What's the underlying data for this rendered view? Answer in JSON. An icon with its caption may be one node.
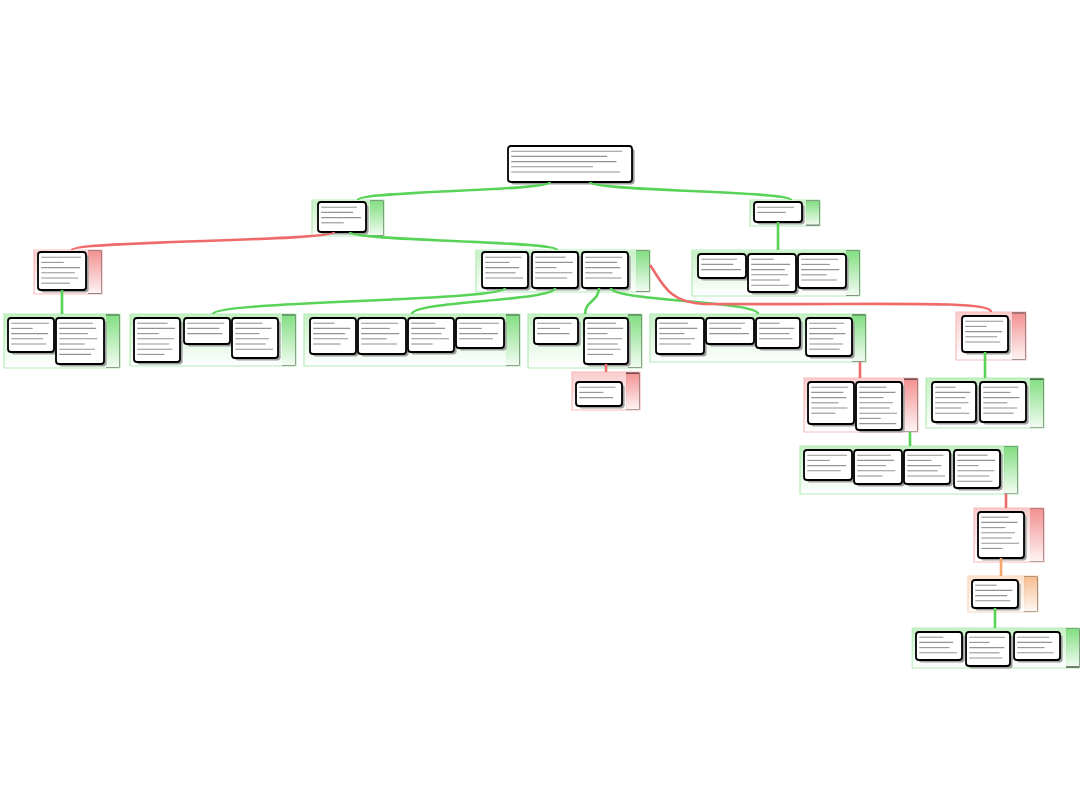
{
  "diagram": {
    "nodes": [
      {
        "text": [],
        "shape": "box"
      },
      {
        "text": [],
        "shape": "band"
      },
      {
        "text": [],
        "shape": "box",
        "in": 1
      },
      {
        "text": [],
        "shape": "band"
      },
      {
        "text": [],
        "shape": "box",
        "in": 3
      },
      {
        "text": [],
        "shape": "band"
      },
      {
        "text": [],
        "shape": "box",
        "in": 5
      },
      {
        "text": [],
        "shape": "band"
      },
      {
        "text": [],
        "shape": "box",
        "in": 7
      },
      {
        "text": [],
        "shape": "box",
        "in": 7
      },
      {
        "text": [],
        "shape": "box",
        "in": 7
      },
      {
        "text": [],
        "shape": "band"
      },
      {
        "text": [],
        "shape": "box",
        "in": 11
      },
      {
        "text": [],
        "shape": "box",
        "in": 11
      },
      {
        "text": [],
        "shape": "box",
        "in": 11
      },
      {
        "text": [],
        "shape": "band"
      },
      {
        "text": [],
        "shape": "box",
        "in": 15
      },
      {
        "text": [],
        "shape": "box",
        "in": 15
      },
      {
        "text": [],
        "shape": "band"
      },
      {
        "text": [],
        "shape": "box",
        "in": 18
      },
      {
        "text": [],
        "shape": "box",
        "in": 18
      },
      {
        "text": [],
        "shape": "box",
        "in": 18
      },
      {
        "text": [],
        "shape": "band"
      },
      {
        "text": [],
        "shape": "box",
        "in": 22
      },
      {
        "text": [],
        "shape": "box",
        "in": 22
      },
      {
        "text": [],
        "shape": "box",
        "in": 22
      },
      {
        "text": [],
        "shape": "box",
        "in": 22
      },
      {
        "text": [],
        "shape": "band"
      },
      {
        "text": [],
        "shape": "box",
        "in": 27
      },
      {
        "text": [],
        "shape": "box",
        "in": 27
      },
      {
        "text": [],
        "shape": "band"
      },
      {
        "text": [],
        "shape": "box",
        "in": 30
      },
      {
        "text": [],
        "shape": "box",
        "in": 30
      },
      {
        "text": [],
        "shape": "box",
        "in": 30
      },
      {
        "text": [],
        "shape": "box",
        "in": 30
      },
      {
        "text": [],
        "shape": "band"
      },
      {
        "text": [],
        "shape": "box",
        "in": 35
      },
      {
        "text": [],
        "shape": "band"
      },
      {
        "text": [],
        "shape": "box",
        "in": 37
      },
      {
        "text": [],
        "shape": "band"
      },
      {
        "text": [],
        "shape": "box",
        "in": 39
      },
      {
        "text": [],
        "shape": "box",
        "in": 39
      },
      {
        "text": [],
        "shape": "band"
      },
      {
        "text": [],
        "shape": "box",
        "in": 42
      },
      {
        "text": [],
        "shape": "box",
        "in": 42
      },
      {
        "text": [],
        "shape": "band"
      },
      {
        "text": [],
        "shape": "box",
        "in": 45
      },
      {
        "text": [],
        "shape": "box",
        "in": 45
      },
      {
        "text": [],
        "shape": "box",
        "in": 45
      },
      {
        "text": [],
        "shape": "box",
        "in": 45
      },
      {
        "text": [],
        "shape": "band"
      },
      {
        "text": [],
        "shape": "box",
        "in": 50
      },
      {
        "text": [],
        "shape": "band"
      },
      {
        "text": [],
        "shape": "box",
        "in": 52
      },
      {
        "text": [],
        "shape": "band"
      },
      {
        "text": [],
        "shape": "box",
        "in": 54
      },
      {
        "text": [],
        "shape": "box",
        "in": 54
      },
      {
        "text": [],
        "shape": "box",
        "in": 54
      }
    ],
    "edges": [
      {
        "from": 0,
        "to": 1,
        "arrow": "none"
      },
      {
        "from": 0,
        "to": 3,
        "arrow": "none"
      },
      {
        "from": 2,
        "to": 5,
        "arrow": "none",
        "color": "#ef6b6b"
      },
      {
        "from": 2,
        "to": 7,
        "arrow": "none"
      },
      {
        "from": 4,
        "to": 11,
        "arrow": "none"
      },
      {
        "from": 6,
        "to": 15,
        "arrow": "none"
      },
      {
        "from": 8,
        "to": 18,
        "arrow": "none"
      },
      {
        "from": 9,
        "to": 22,
        "arrow": "none"
      },
      {
        "from": 10,
        "to": 27,
        "arrow": "none"
      },
      {
        "from": 10,
        "to": 30,
        "arrow": "none"
      },
      {
        "from": 7,
        "to": 35,
        "arrow": "none",
        "color": "#ef6b6b"
      },
      {
        "from": 29,
        "to": 37,
        "arrow": "none",
        "color": "#ef6b6b"
      },
      {
        "from": 30,
        "to": 39,
        "arrow": "none",
        "color": "#ef6b6b"
      },
      {
        "from": 36,
        "to": 42,
        "arrow": "none"
      },
      {
        "from": 39,
        "to": 45,
        "arrow": "none"
      },
      {
        "from": 45,
        "to": 50,
        "arrow": "none",
        "color": "#ef6b6b"
      },
      {
        "from": 51,
        "to": 52,
        "arrow": "none",
        "color": "#f4a66a"
      },
      {
        "from": 53,
        "to": 54,
        "arrow": "none"
      }
    ]
  }
}
